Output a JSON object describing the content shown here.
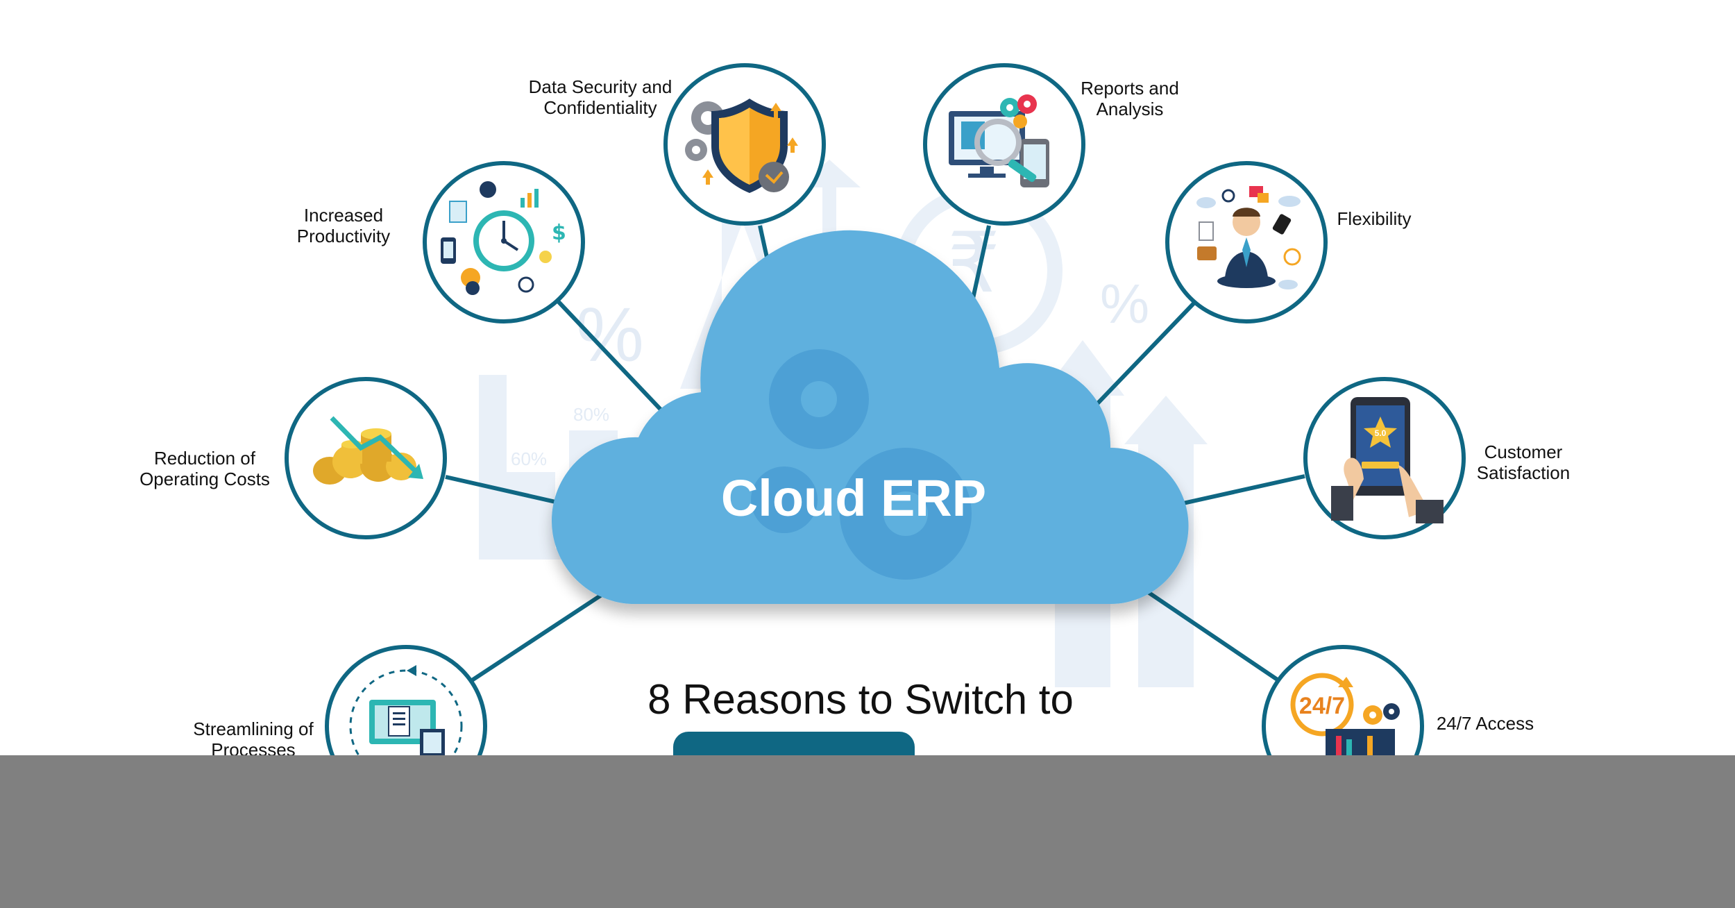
{
  "diagram": {
    "center_title": "Cloud ERP",
    "headline": "8 Reasons to Switch to",
    "reasons": [
      {
        "id": "data-security",
        "label": "Data Security and\nConfidentiality",
        "icon": "shield-icon"
      },
      {
        "id": "reports",
        "label": "Reports and\nAnalysis",
        "icon": "monitor-magnifier-icon"
      },
      {
        "id": "productivity",
        "label": "Increased\nProductivity",
        "icon": "clock-icon"
      },
      {
        "id": "flexibility",
        "label": "Flexibility",
        "icon": "businessman-icon"
      },
      {
        "id": "costs",
        "label": "Reduction of\nOperating Costs",
        "icon": "coins-icon"
      },
      {
        "id": "satisfaction",
        "label": "Customer\nSatisfaction",
        "icon": "tablet-rating-icon"
      },
      {
        "id": "streamlining",
        "label": "Streamlining of\nProcesses",
        "icon": "documents-cycle-icon"
      },
      {
        "id": "access",
        "label": "24/7 Access",
        "icon": "24-7-icon"
      }
    ],
    "rating_text": "5.0",
    "clock_text": "24/7",
    "bg_percent_labels": [
      "%",
      "%",
      "80%",
      "60%"
    ],
    "currency_symbol": "₹",
    "colors": {
      "ring": "#0f6783",
      "cloud": "#5eb0de",
      "cloud_gear": "#4a9ed4",
      "background_shapes": "#e9f0f8",
      "overlay": "#808080",
      "accent_orange": "#f5a623",
      "accent_teal": "#2db6b3"
    }
  }
}
